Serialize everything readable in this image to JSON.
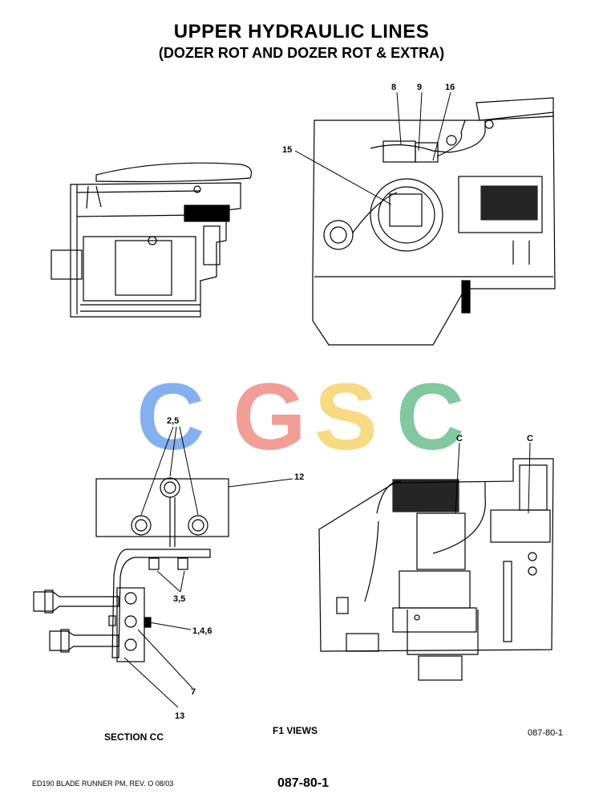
{
  "title": "UPPER HYDRAULIC LINES",
  "subtitle": "(DOZER ROT AND DOZER ROT & EXTRA)",
  "callouts": {
    "c8": "8",
    "c9": "9",
    "c16": "16",
    "c15": "15",
    "c25": "2,5",
    "c12": "12",
    "c35": "3,5",
    "c146": "1,4,6",
    "c7": "7",
    "c13": "13",
    "cC1": "C",
    "cC2": "C"
  },
  "captions": {
    "section": "SECTION CC",
    "views": "F1 VIEWS",
    "code_right": "087-80-1",
    "footer_left": "ED190 BLADE RUNNER PM, REV. O 08/03",
    "footer_center": "087-80-1"
  },
  "watermark": {
    "letters": [
      "C",
      "G",
      "S",
      "C"
    ],
    "colors": [
      "#6fa3f0",
      "#f08c84",
      "#f7d46e",
      "#6cbf8f"
    ]
  }
}
